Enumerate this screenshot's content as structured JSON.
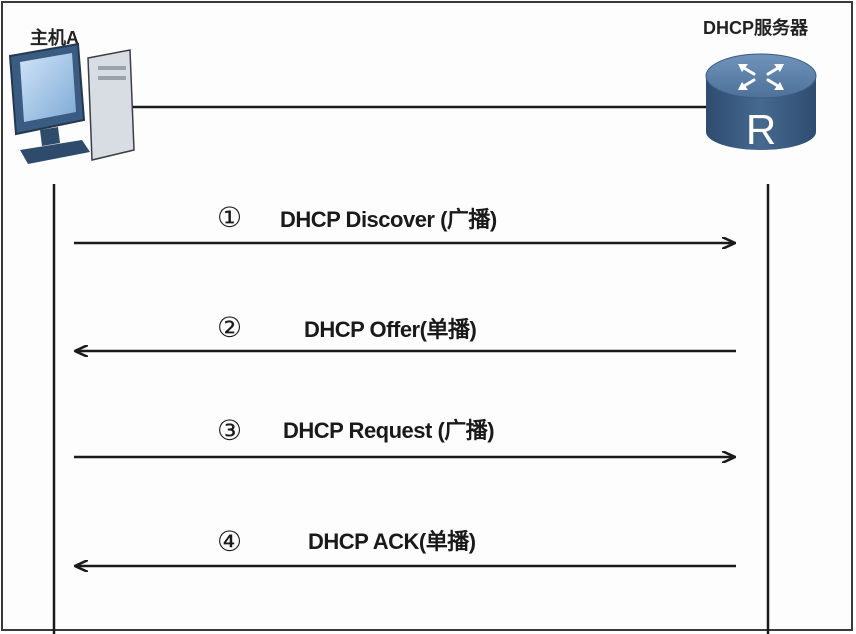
{
  "host": {
    "label": "主机A",
    "icon": "computer-icon"
  },
  "server": {
    "label": "DHCP服务器",
    "icon": "router-icon"
  },
  "messages": [
    {
      "step": "①",
      "text": "DHCP Discover (广播)",
      "direction": "host-to-server"
    },
    {
      "step": "②",
      "text": "DHCP Offer(单播)",
      "direction": "server-to-host"
    },
    {
      "step": "③",
      "text": "DHCP Request (广播)",
      "direction": "host-to-server"
    },
    {
      "step": "④",
      "text": "DHCP ACK(单播)",
      "direction": "server-to-host"
    }
  ],
  "colors": {
    "router_body": "#3d5f85",
    "router_top": "#5b7fa6",
    "computer_body": "#34557c",
    "computer_screen": "#9ec4ea",
    "line": "#1a1a1a"
  }
}
